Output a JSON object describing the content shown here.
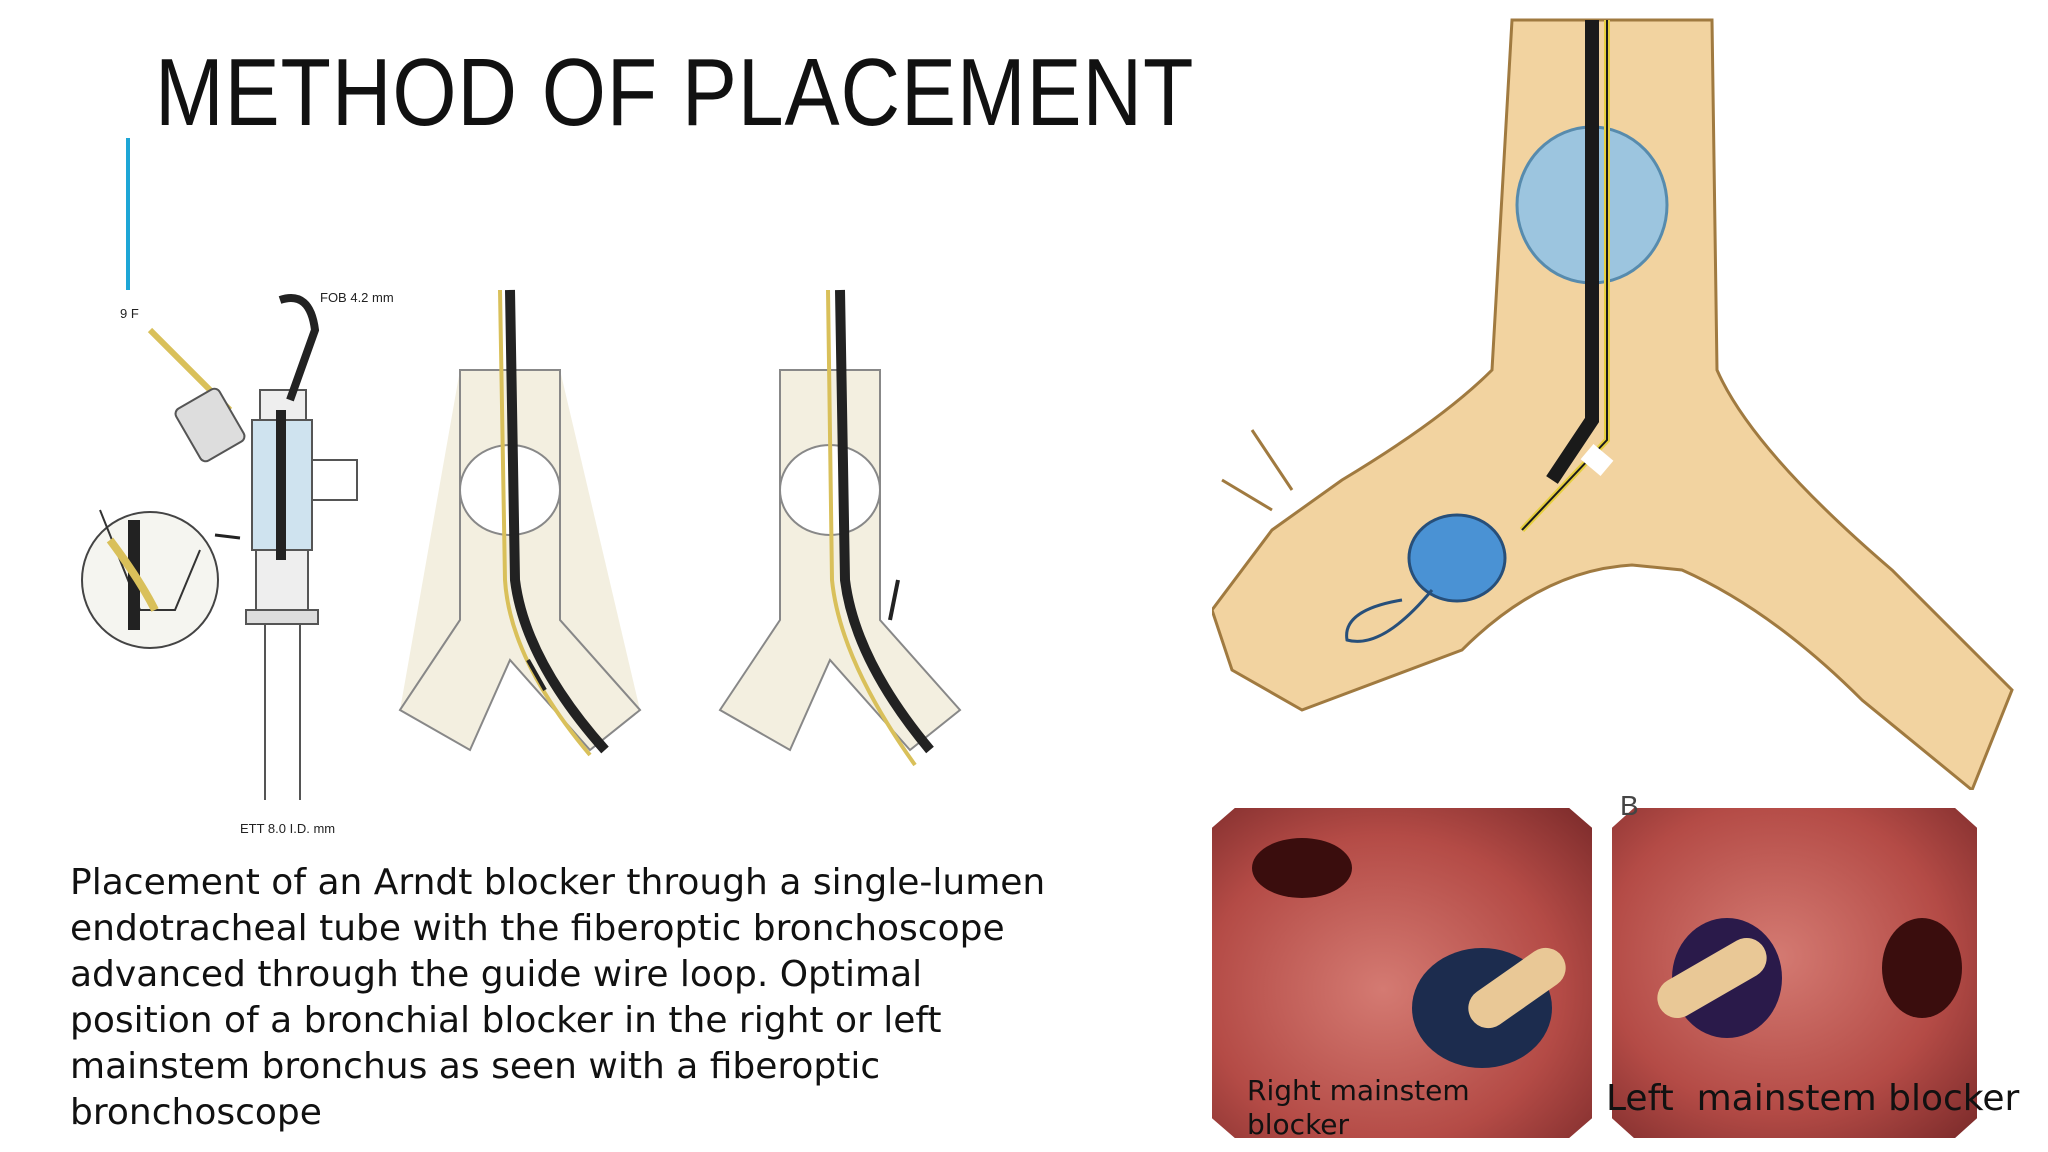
{
  "slide": {
    "title": "METHOD OF PLACEMENT",
    "caption": "Placement of an Arndt blocker through a single-lumen endotracheal tube with the fiberoptic bronchoscope advanced through the guide wire loop.  Optimal position of a bronchial blocker in the right or left mainstem bronchus as seen with a fiberoptic bronchoscope"
  },
  "figure_left": {
    "label_9f": "9 F",
    "label_fob": "FOB 4.2 mm",
    "label_ett": "ETT 8.0 I.D. mm"
  },
  "figure_right_bottom": {
    "panel_letter": "B",
    "right_label": "Right mainstem blocker",
    "left_label": "Left  mainstem blocker"
  },
  "colors": {
    "accent": "#1ea6d6",
    "airway": "#f2d3a0",
    "balloon": "#5fa8dc",
    "mucosa": "#c85a55"
  }
}
